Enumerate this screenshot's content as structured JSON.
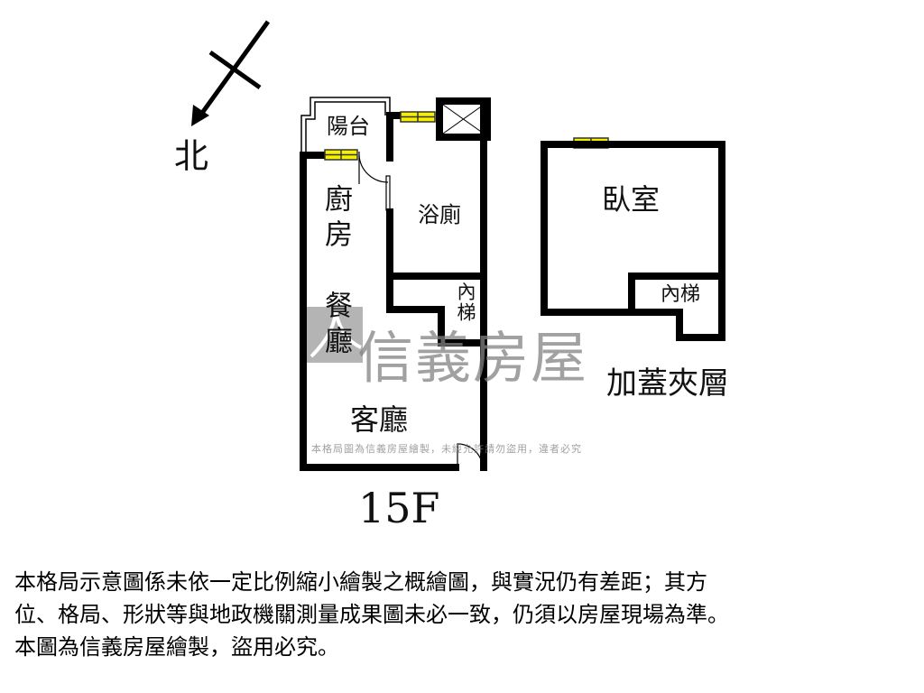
{
  "compass": {
    "north_label": "北"
  },
  "floor_main": {
    "level_label": "15F",
    "rooms": {
      "balcony": "陽台",
      "bathroom": "浴廁",
      "kitchen": "廚房",
      "dining": "餐廳",
      "stair": "內梯",
      "living": "客廳"
    }
  },
  "floor_mezzanine": {
    "title": "加蓋夾層",
    "rooms": {
      "bedroom": "臥室",
      "stair": "內梯"
    }
  },
  "watermark": {
    "brand": "信義房屋",
    "notice": "本格局圖為信義房屋繪製，未經允許請勿盜用，違者必究"
  },
  "disclaimer": {
    "lines": [
      "本格局示意圖係未依一定比例縮小繪製之概繪圖，與實況仍有差距；其方",
      "位、格局、形狀等與地政機關測量成果圖未必一致，仍須以房屋現場為準。",
      "本圖為信義房屋繪製，盜用必究。"
    ]
  },
  "colors": {
    "wall": "#000000",
    "window": "#f5f000",
    "watermark": "#8a8a8a"
  }
}
